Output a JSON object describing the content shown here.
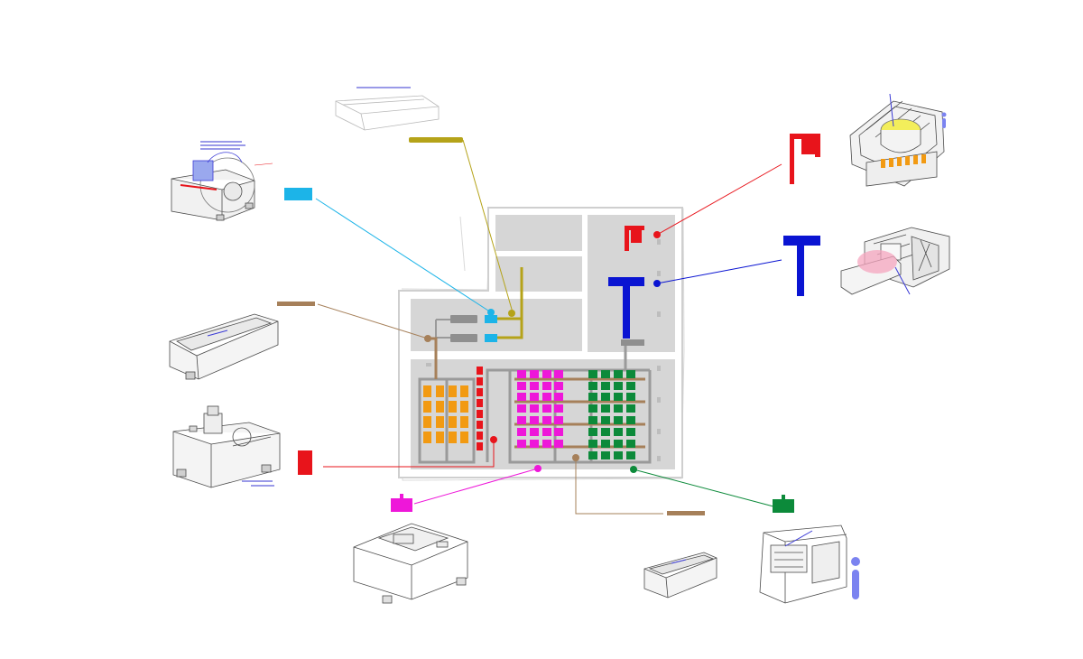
{
  "colors": {
    "floor": "#d6d6d6",
    "wall": "#ffffff",
    "pipe": "#a0a0a0",
    "cyan": "#1cb4e8",
    "olive": "#b5a319",
    "tan": "#a6805a",
    "red": "#e8141b",
    "blue": "#0a14d2",
    "magenta": "#ee17d9",
    "green": "#0c8a3a",
    "orange": "#f29a12",
    "info": "#7b83f0"
  },
  "callouts": [
    {
      "id": "cyan",
      "color": "cyan",
      "legend_icon": "cyan-bar-icon",
      "equipment": "cutaway-machine-with-blue-highlight"
    },
    {
      "id": "olive",
      "color": "olive",
      "legend_icon": "olive-bar-icon",
      "equipment": "long-flat-bed-unit"
    },
    {
      "id": "tan-left",
      "color": "tan",
      "legend_icon": "tan-bar-icon",
      "equipment": "long-trough-unit"
    },
    {
      "id": "red-left",
      "color": "red",
      "legend_icon": "red-block-icon",
      "equipment": "box-machine-with-top-assembly"
    },
    {
      "id": "magenta",
      "color": "magenta",
      "legend_icon": "magenta-unit-icon",
      "equipment": "square-base-unit"
    },
    {
      "id": "tan-bottom",
      "color": "tan",
      "legend_icon": "tan-bar-icon",
      "equipment": "short-trough-unit"
    },
    {
      "id": "green",
      "color": "green",
      "legend_icon": "green-unit-icon",
      "equipment": "enclosed-press-unit"
    },
    {
      "id": "red-right",
      "color": "red",
      "legend_icon": "red-flag-icon",
      "equipment": "ladle-with-platform"
    },
    {
      "id": "blue-right",
      "color": "blue",
      "legend_icon": "blue-t-icon",
      "equipment": "furnace-with-conveyor"
    }
  ]
}
